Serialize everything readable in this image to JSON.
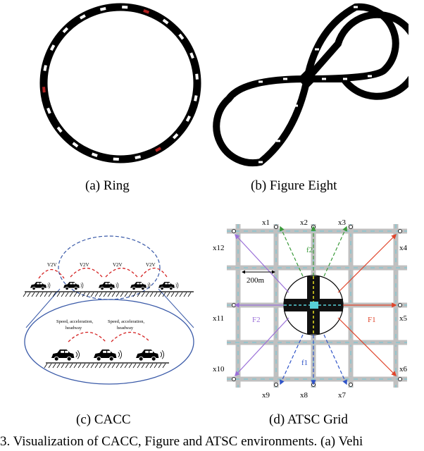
{
  "captions": {
    "a": "(a)  Ring",
    "b": "(b)  Figure Eight",
    "c": "(c)  CACC",
    "d": "(d)  ATSC Grid"
  },
  "bottom_text": "3.   Visualization of CACC, Figure and ATSC environments. (a) Vehi",
  "cacc": {
    "v2v_labels": [
      "V2V",
      "V2V",
      "V2V",
      "V2V"
    ],
    "info_labels": [
      "Speed, acceleration,\nheadway",
      "Speed, acceleration,\nheadway"
    ]
  },
  "grid": {
    "distance_label": "200m",
    "nodes_top": [
      "x1",
      "x2",
      "x3"
    ],
    "nodes_right": [
      "x4",
      "x5",
      "x6"
    ],
    "nodes_bottom": [
      "x7",
      "x8",
      "x9"
    ],
    "nodes_left": [
      "x10",
      "x11",
      "x12"
    ],
    "flows": [
      "f1",
      "f2",
      "F1",
      "F2"
    ],
    "colors": {
      "f1": "#2f54c8",
      "f2": "#3a9a3a",
      "F1": "#e0442a",
      "F2": "#9a70d8"
    }
  }
}
